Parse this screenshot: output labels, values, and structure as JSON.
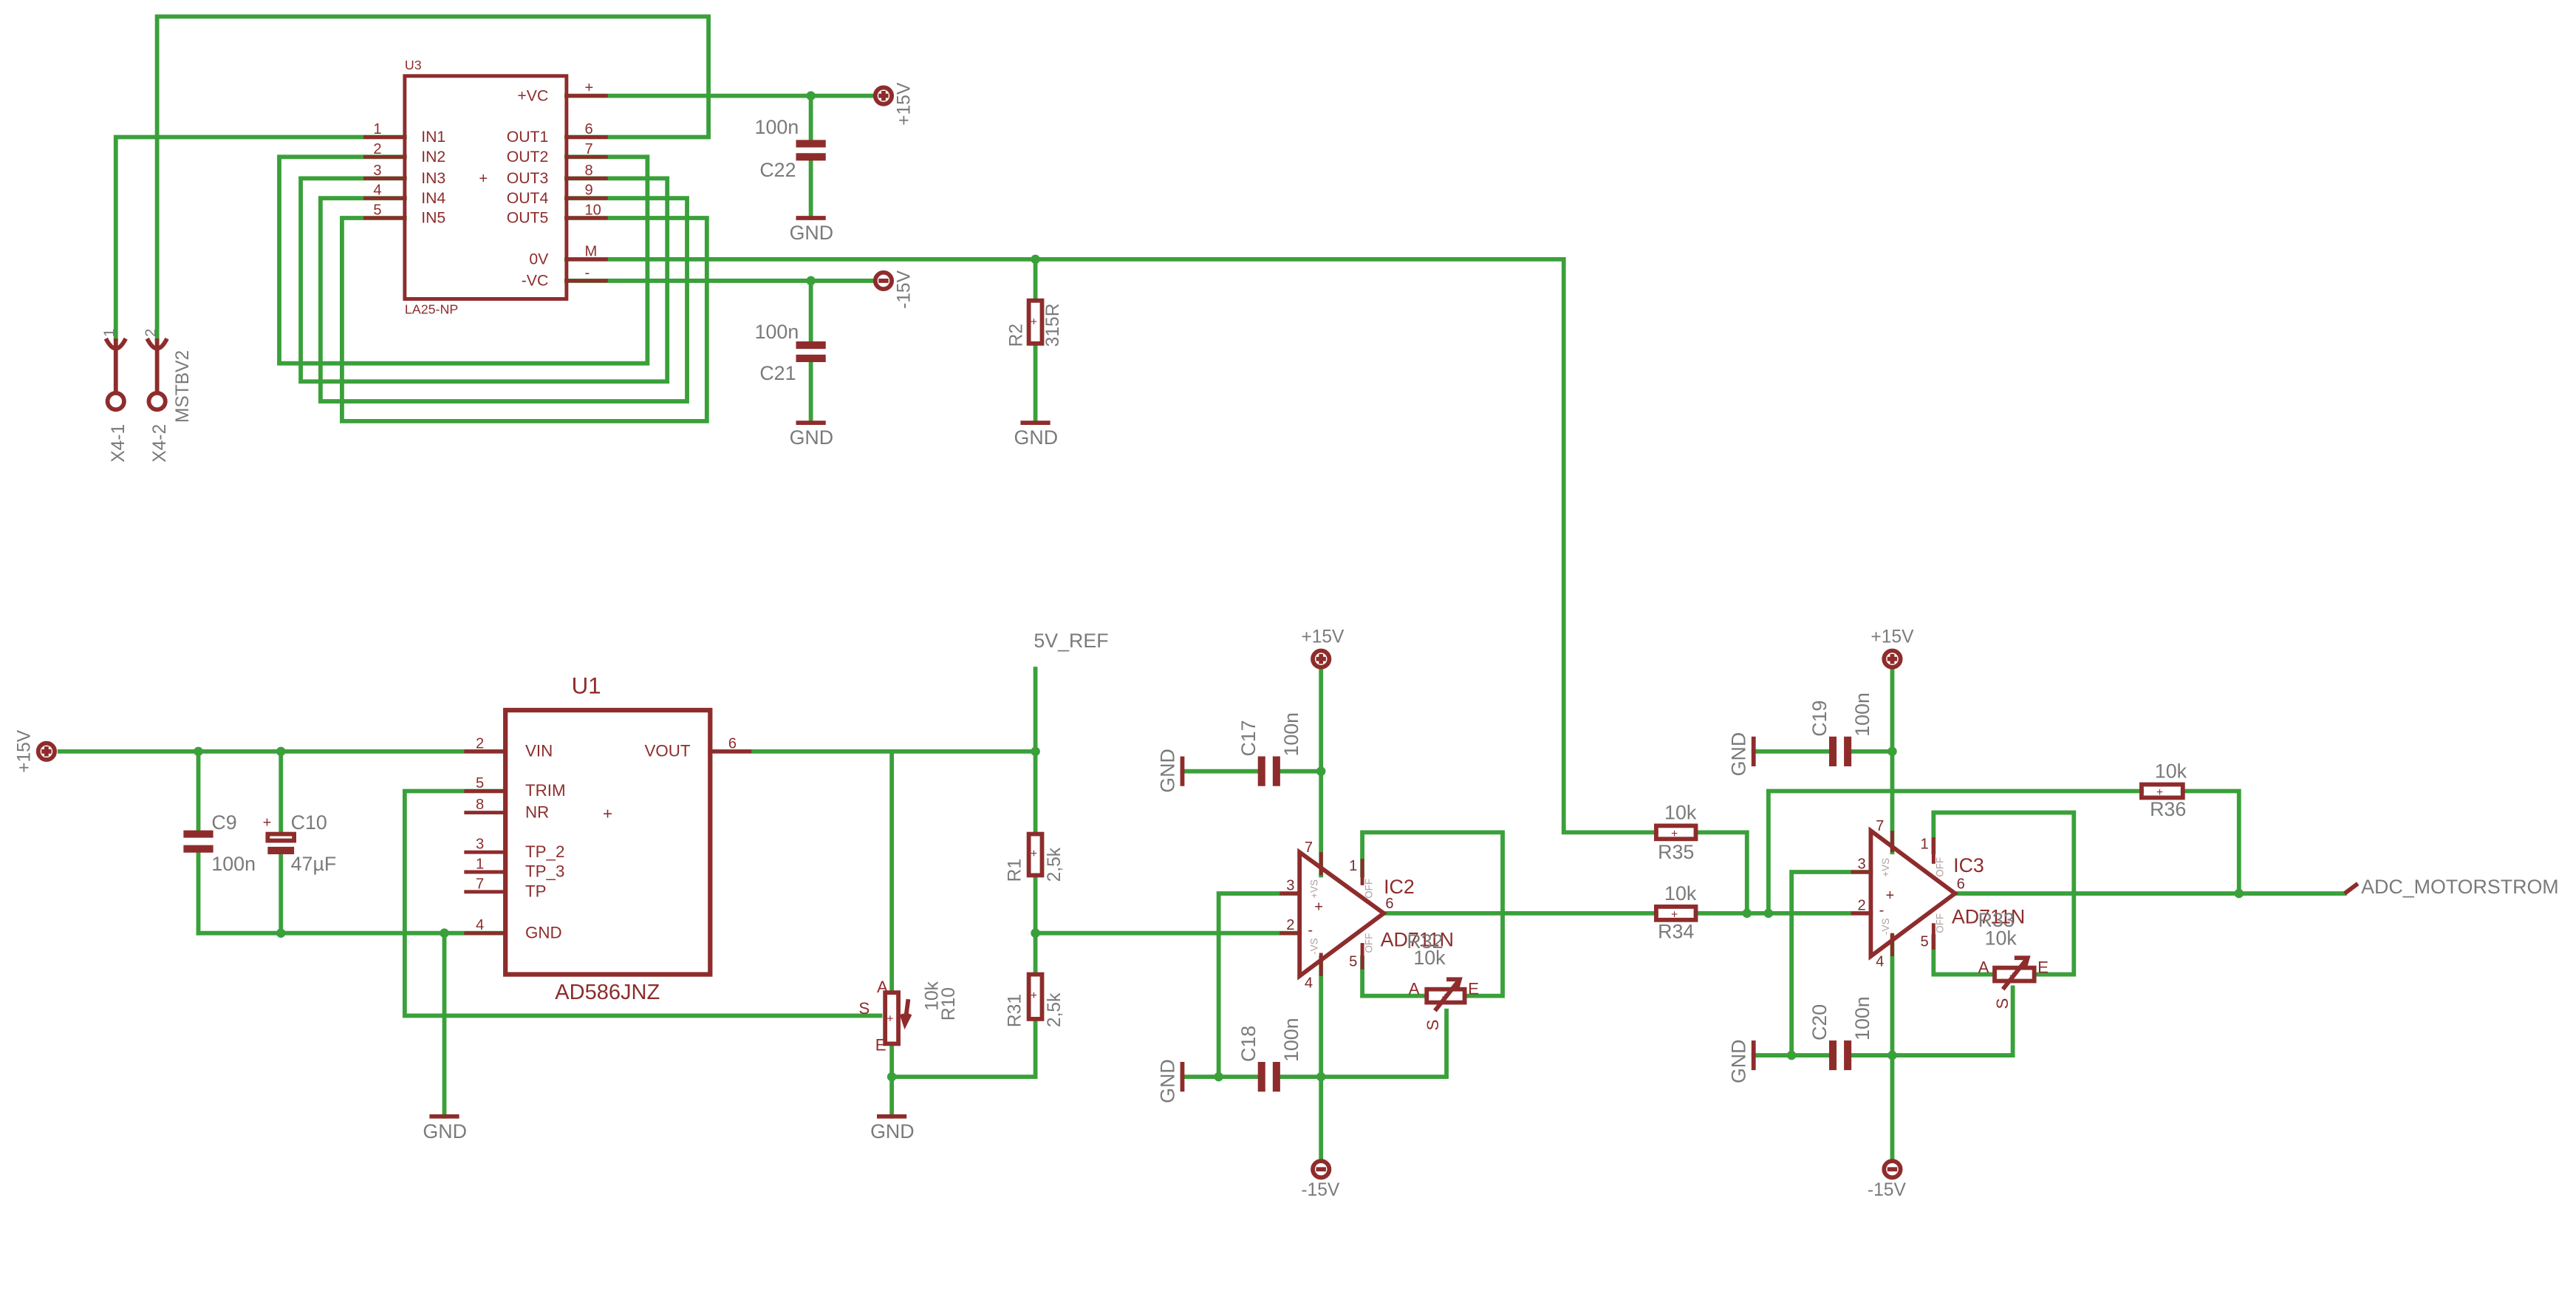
{
  "colors": {
    "wire": "#3aa03a",
    "part": "#8e2c2c",
    "label": "#7a7a7a",
    "pin_label": "#7a2a2a",
    "off_label": "#b0a0a0",
    "background": "#ffffff"
  },
  "icons": {
    "supply": "circle-plus-supply-icon",
    "neg_supply": "circle-minus-supply-icon",
    "ground": "ground-bar-icon"
  },
  "u3": {
    "ref": "U3",
    "value": "LA25-NP",
    "left_pins": [
      {
        "num": "1",
        "name": "IN1"
      },
      {
        "num": "2",
        "name": "IN2"
      },
      {
        "num": "3",
        "name": "IN3"
      },
      {
        "num": "4",
        "name": "IN4"
      },
      {
        "num": "5",
        "name": "IN5"
      }
    ],
    "right_pins": [
      {
        "num": "+",
        "name": "+VC"
      },
      {
        "num": "6",
        "name": "OUT1"
      },
      {
        "num": "7",
        "name": "OUT2"
      },
      {
        "num": "8",
        "name": "OUT3"
      },
      {
        "num": "9",
        "name": "OUT4"
      },
      {
        "num": "10",
        "name": "OUT5"
      },
      {
        "num": "M",
        "name": "0V"
      },
      {
        "num": "-",
        "name": "-VC"
      }
    ],
    "plus_mark": "+"
  },
  "x4": {
    "pin1_num": "1",
    "pin2_num": "2",
    "label1": "X4-1",
    "label2": "X4-2",
    "value": "MSTBV2"
  },
  "c22": {
    "ref": "C22",
    "value": "100n"
  },
  "c21": {
    "ref": "C21",
    "value": "100n"
  },
  "r2": {
    "ref": "R2",
    "value": "315R"
  },
  "u1": {
    "ref": "U1",
    "value": "AD586JNZ",
    "left_pins": [
      {
        "num": "2",
        "name": "VIN"
      },
      {
        "num": "5",
        "name": "TRIM"
      },
      {
        "num": "8",
        "name": "NR"
      },
      {
        "num": "3",
        "name": "TP_2"
      },
      {
        "num": "1",
        "name": "TP_3"
      },
      {
        "num": "7",
        "name": "TP"
      },
      {
        "num": "4",
        "name": "GND"
      }
    ],
    "right_pins": [
      {
        "num": "6",
        "name": "VOUT"
      }
    ],
    "plus_mark": "+"
  },
  "c9": {
    "ref": "C9",
    "value": "100n"
  },
  "c10": {
    "ref": "C10",
    "value": "47µF"
  },
  "r10": {
    "ref": "R10",
    "value": "10k",
    "pin_s": "S",
    "pin_a": "A",
    "pin_e": "E"
  },
  "r1": {
    "ref": "R1",
    "value": "2,5k"
  },
  "r31": {
    "ref": "R31",
    "value": "2,5k"
  },
  "net_5v_ref": "5V_REF",
  "ic2": {
    "ref": "IC2",
    "value": "AD711N",
    "pins": {
      "p7": "7",
      "p3": "3",
      "p2": "2",
      "p4": "4",
      "p6": "6",
      "p1": "1",
      "p5": "5"
    },
    "marks": {
      "vs_pos": "+VS",
      "vs_neg": "-VS",
      "off1": "OFF",
      "off2": "OFF",
      "plus": "+",
      "minus": "-"
    }
  },
  "c17": {
    "ref": "C17",
    "value": "100n"
  },
  "c18": {
    "ref": "C18",
    "value": "100n"
  },
  "r32": {
    "ref": "R32",
    "value": "10k",
    "pin_a": "A",
    "pin_e": "E",
    "pin_s": "S"
  },
  "r35": {
    "ref": "R35",
    "value": "10k"
  },
  "r34": {
    "ref": "R34",
    "value": "10k"
  },
  "ic3": {
    "ref": "IC3",
    "value": "AD711N",
    "pins": {
      "p7": "7",
      "p3": "3",
      "p2": "2",
      "p4": "4",
      "p6": "6",
      "p1": "1",
      "p5": "5"
    },
    "marks": {
      "vs_pos": "+VS",
      "vs_neg": "-VS",
      "off1": "OFF",
      "off2": "OFF",
      "plus": "+",
      "minus": "-"
    }
  },
  "c19": {
    "ref": "C19",
    "value": "100n"
  },
  "c20": {
    "ref": "C20",
    "value": "100n"
  },
  "r33": {
    "ref": "R33",
    "value": "10k",
    "pin_a": "A",
    "pin_e": "E",
    "pin_s": "S"
  },
  "r36": {
    "ref": "R36",
    "value": "10k"
  },
  "net_adc": "ADC_MOTORSTROM",
  "supplies": {
    "pos15": "+15V",
    "neg15": "-15V",
    "gnd": "GND",
    "plus_mark": "+"
  }
}
